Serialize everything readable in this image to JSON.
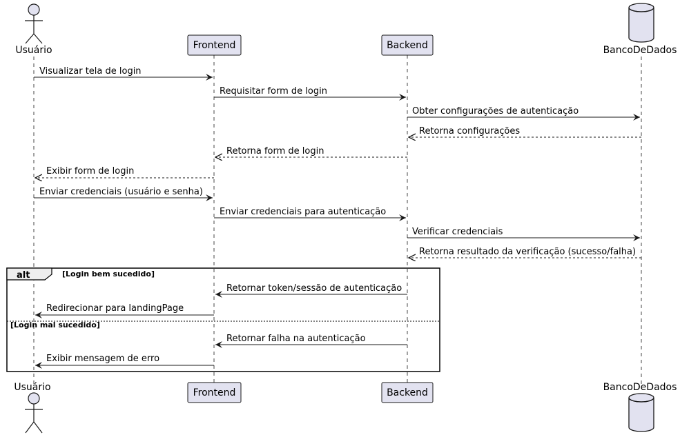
{
  "participants": [
    {
      "id": "usuario",
      "label": "Usuário",
      "kind": "actor"
    },
    {
      "id": "frontend",
      "label": "Frontend",
      "kind": "participant"
    },
    {
      "id": "backend",
      "label": "Backend",
      "kind": "participant"
    },
    {
      "id": "banco",
      "label": "BancoDeDados",
      "kind": "database"
    }
  ],
  "messages": [
    {
      "from": "usuario",
      "to": "frontend",
      "label": "Visualizar tela de login",
      "style": "solid"
    },
    {
      "from": "frontend",
      "to": "backend",
      "label": "Requisitar form de login",
      "style": "solid"
    },
    {
      "from": "backend",
      "to": "banco",
      "label": "Obter configurações de autenticação",
      "style": "solid"
    },
    {
      "from": "banco",
      "to": "backend",
      "label": "Retorna configurações",
      "style": "dashed"
    },
    {
      "from": "backend",
      "to": "frontend",
      "label": "Retorna form de login",
      "style": "dashed"
    },
    {
      "from": "frontend",
      "to": "usuario",
      "label": "Exibir form de login",
      "style": "dashed"
    },
    {
      "from": "usuario",
      "to": "frontend",
      "label": "Enviar credenciais (usuário e senha)",
      "style": "solid"
    },
    {
      "from": "frontend",
      "to": "backend",
      "label": "Enviar credenciais para autenticação",
      "style": "solid"
    },
    {
      "from": "backend",
      "to": "banco",
      "label": "Verificar credenciais",
      "style": "solid"
    },
    {
      "from": "banco",
      "to": "backend",
      "label": "Retorna resultado da verificação (sucesso/falha)",
      "style": "dashed"
    },
    {
      "from": "backend",
      "to": "frontend",
      "label": "Retornar token/sessão de autenticação",
      "style": "solid"
    },
    {
      "from": "frontend",
      "to": "usuario",
      "label": "Redirecionar para landingPage",
      "style": "solid"
    },
    {
      "from": "backend",
      "to": "frontend",
      "label": "Retornar falha na autenticação",
      "style": "solid"
    },
    {
      "from": "frontend",
      "to": "usuario",
      "label": "Exibir mensagem de erro",
      "style": "solid"
    }
  ],
  "alt_fragment": {
    "keyword": "alt",
    "sections": [
      {
        "condition": "[Login bem sucedido]"
      },
      {
        "condition": "[Login mal sucedido]"
      }
    ]
  },
  "colors": {
    "participant_fill": "#e2e2f0",
    "participant_border": "#181818",
    "lifeline": "#181818",
    "arrow": "#181818",
    "fragment_border": "#000000"
  }
}
